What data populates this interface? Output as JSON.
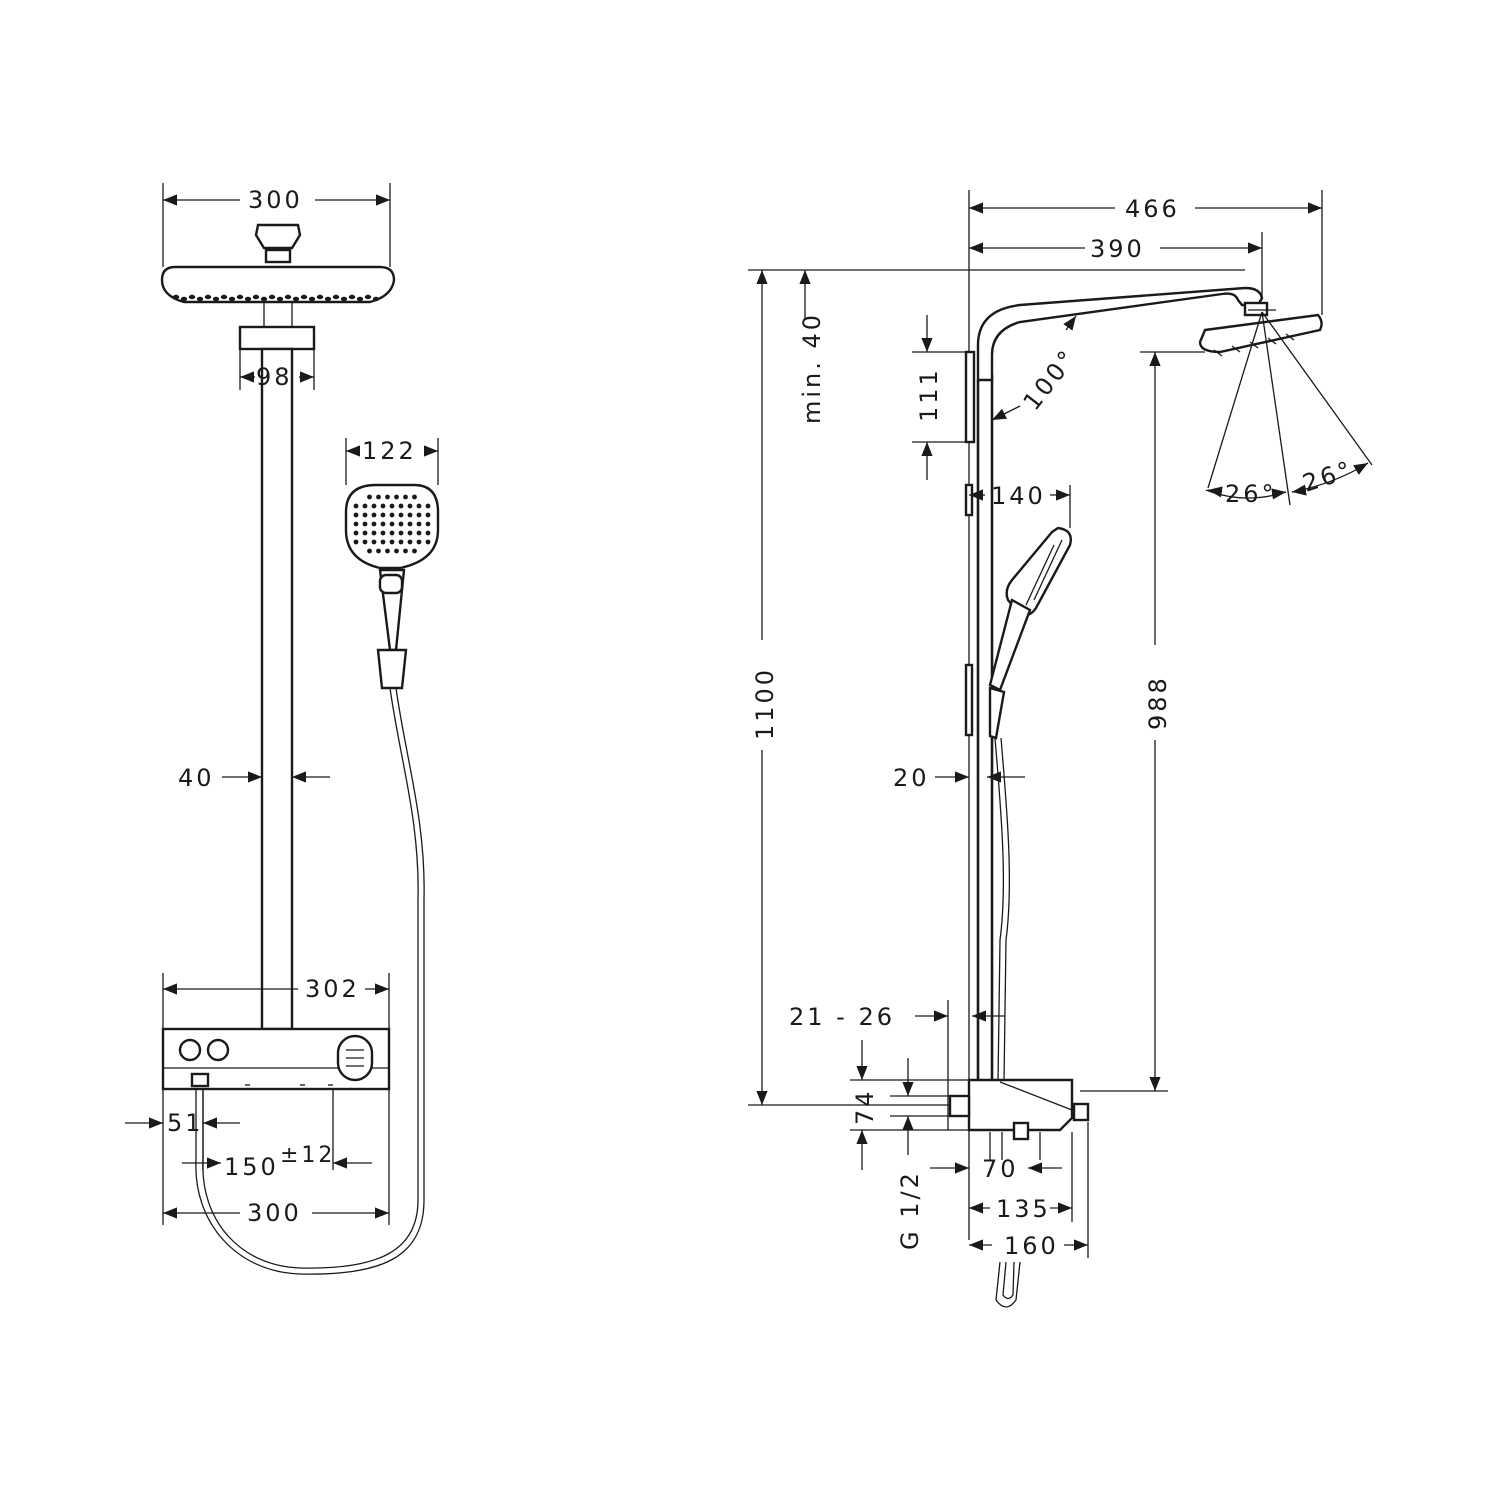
{
  "front_view": {
    "head_width": "300",
    "arm_mount_width": "98",
    "hand_shower_width": "122",
    "pipe_width": "40",
    "thermostat_width": "302",
    "outlet_offset": "51",
    "inlet_spacing": "150",
    "inlet_tolerance": "±12",
    "base_width": "300"
  },
  "side_view": {
    "total_projection": "466",
    "arm_projection": "390",
    "min_clearance": "min. 40",
    "height_overall": "1100",
    "bracket_height": "111",
    "arm_angle": "100°",
    "hand_shower_offset": "140",
    "head_to_mixer": "988",
    "pipe_diameter": "20",
    "wall_range": "21 - 26",
    "mixer_height": "74",
    "thread": "G 1/2",
    "connection_depth": "70",
    "mixer_depth": "135",
    "mixer_overall_depth": "160",
    "tilt_left": "26°",
    "tilt_right": "26°"
  },
  "colors": {
    "line": "#1a1a1a",
    "background": "#ffffff"
  }
}
